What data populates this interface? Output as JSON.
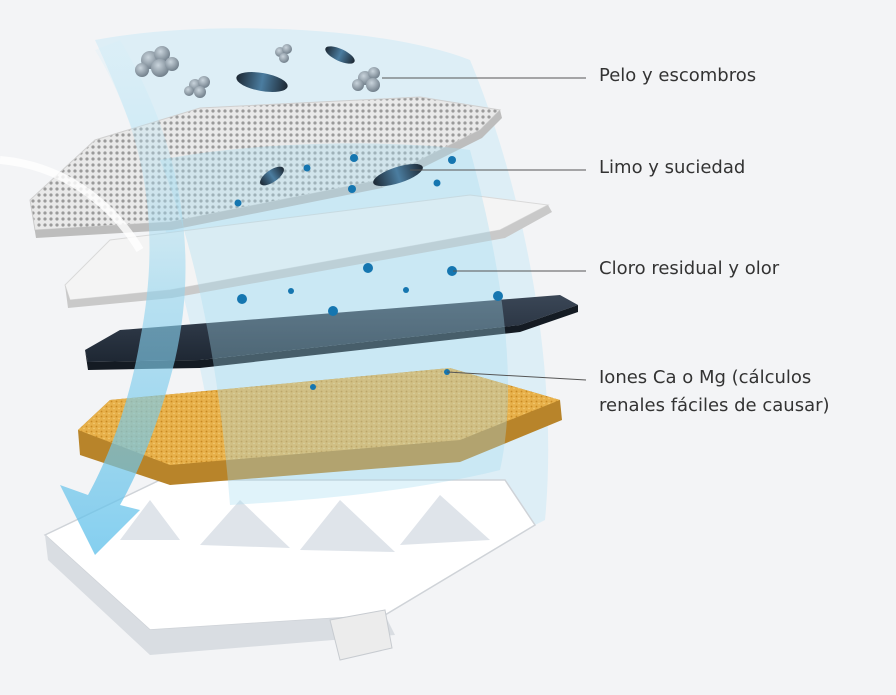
{
  "labels": {
    "hair": "Pelo y escombros",
    "slime": "Limo y suciedad",
    "chlorine": "Cloro residual y olor",
    "ions_line1": "Iones Ca o Mg (cálculos",
    "ions_line2": "renales fáciles de causar)"
  },
  "colors": {
    "background": "#f3f4f6",
    "water_flow": "#9fd8ee",
    "particle_blue": "#1576b0",
    "carbon_layer": "#2b3644",
    "resin_layer": "#e5ae42",
    "mesh_layer": "#e6e6e6",
    "leader_line": "#555555"
  }
}
